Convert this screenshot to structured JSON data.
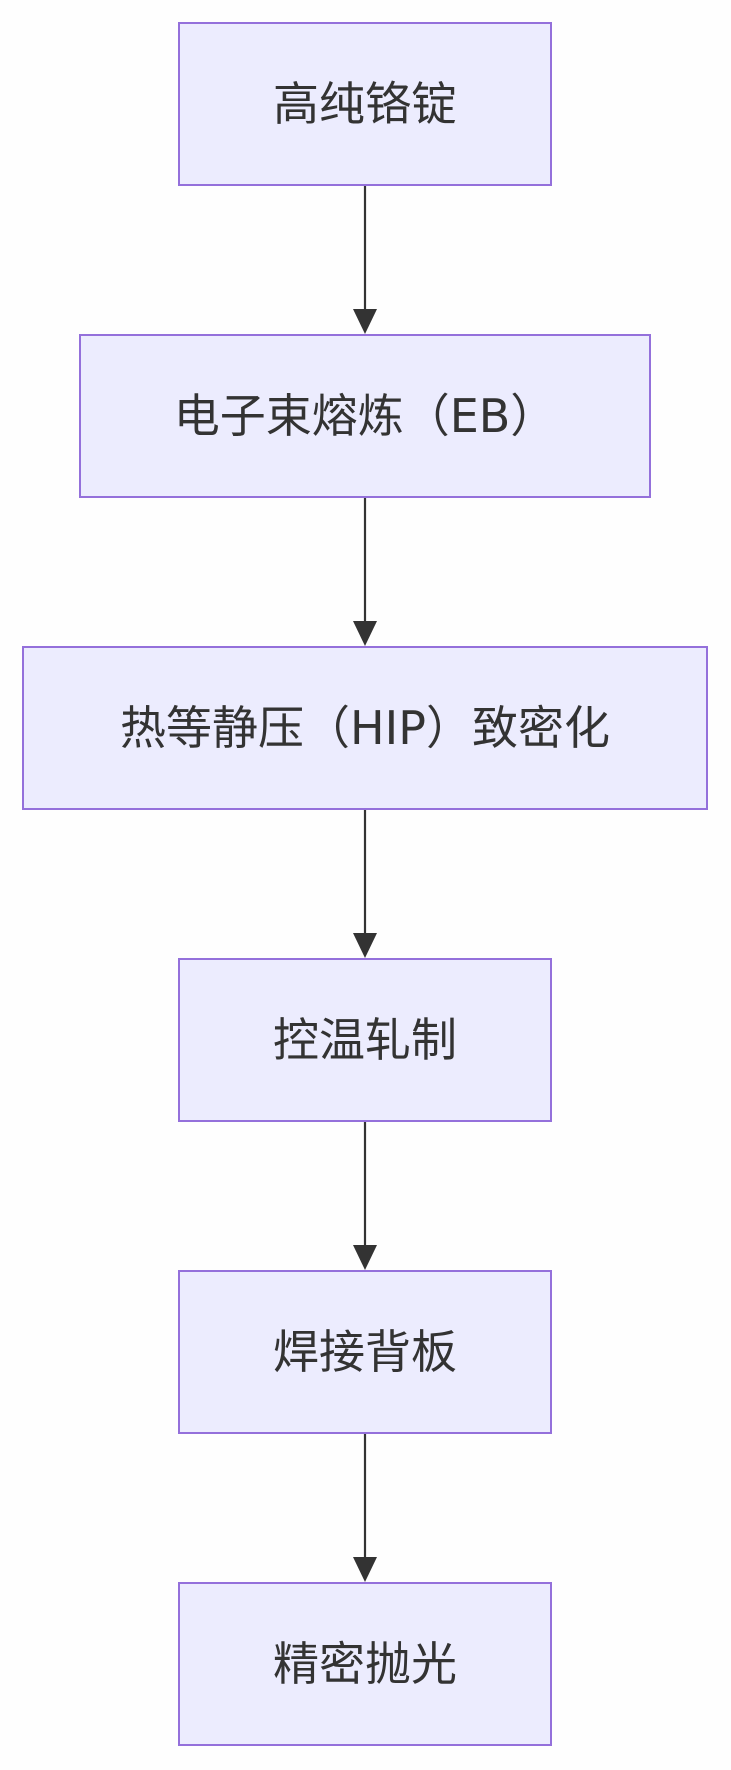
{
  "diagram": {
    "type": "flowchart",
    "direction": "top-down",
    "nodes": [
      {
        "id": "n1",
        "label": "高纯铬锭"
      },
      {
        "id": "n2",
        "label": "电子束熔炼（EB）"
      },
      {
        "id": "n3",
        "label": "热等静压（HIP）致密化"
      },
      {
        "id": "n4",
        "label": "控温轧制"
      },
      {
        "id": "n5",
        "label": "焊接背板"
      },
      {
        "id": "n6",
        "label": "精密抛光"
      }
    ],
    "edges": [
      {
        "from": "n1",
        "to": "n2"
      },
      {
        "from": "n2",
        "to": "n3"
      },
      {
        "from": "n3",
        "to": "n4"
      },
      {
        "from": "n4",
        "to": "n5"
      },
      {
        "from": "n5",
        "to": "n6"
      }
    ],
    "colors": {
      "node_fill": "#ececfe",
      "node_stroke": "#9470db",
      "edge": "#333333",
      "text": "#333333",
      "background": "#fefefe"
    }
  }
}
